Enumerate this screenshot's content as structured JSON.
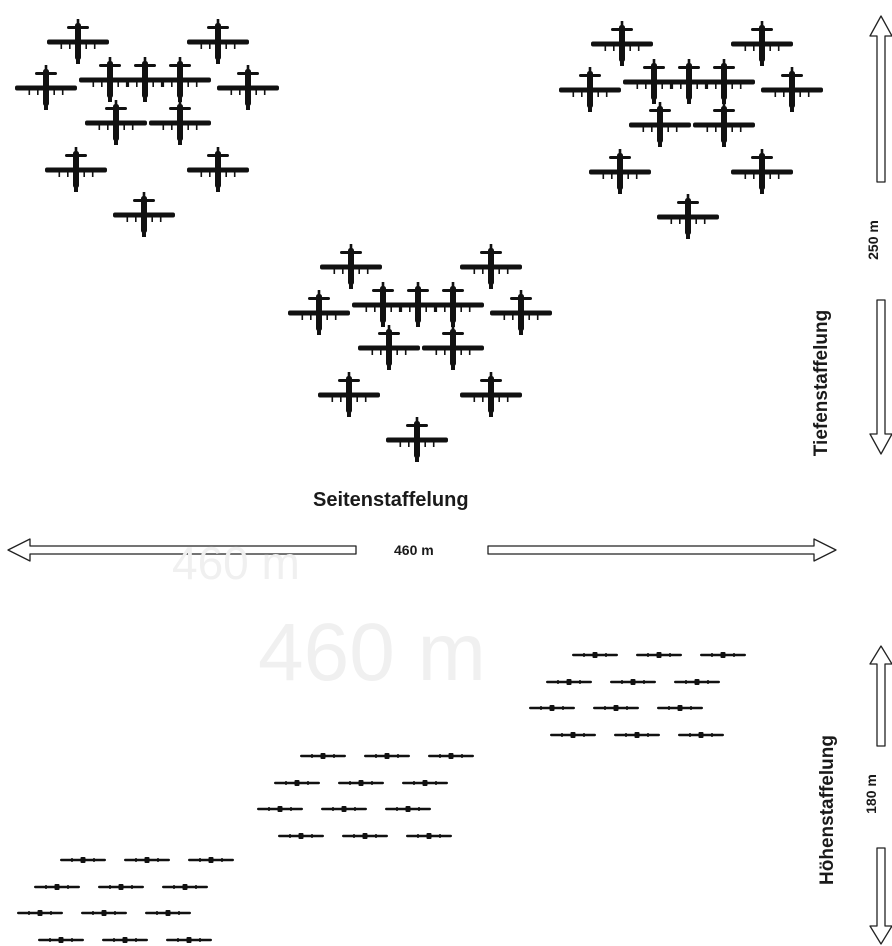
{
  "labels": {
    "seiten": "Seitenstaffelung",
    "width": "460 m",
    "tiefen": "Tiefenstaffelung",
    "depth": "250 m",
    "hoehen": "Höhenstaffelung",
    "height": "180 m"
  },
  "ghost_labels": [
    "460 m",
    "460 m"
  ],
  "colors": {
    "aircraft": "#111111",
    "arrow": "#222222",
    "ghost": "#f0f0f0"
  },
  "icons": {
    "top_view": "bomber-top-view-icon",
    "side_view": "bomber-side-view-icon"
  }
}
